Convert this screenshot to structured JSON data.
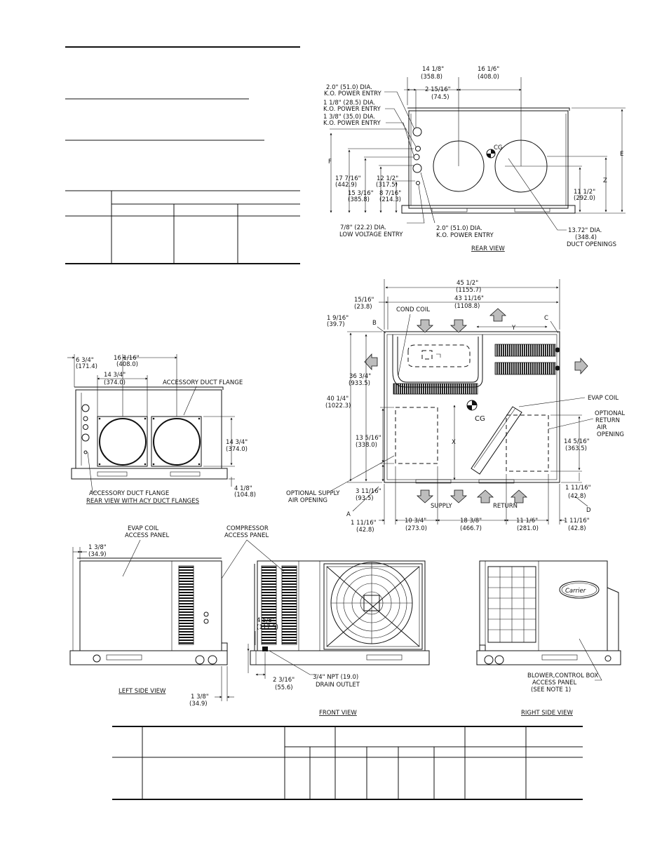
{
  "rear_view": {
    "caption": "REAR VIEW",
    "dims": {
      "w1": "14 1/8\"",
      "w1_mm": "(358.8)",
      "w2": "16 1/6\"",
      "w2_mm": "(408.0)",
      "d_2_15_16": "2 15/16\"",
      "d_2_15_16_mm": "(74.5)",
      "h1": "17 7/16\"",
      "h1_mm": "(442.9)",
      "h2": "12 1/2\"",
      "h2_mm": "(317.5)",
      "h3": "15 3/16\"",
      "h3_mm": "(385.8)",
      "h4": "8 7/16\"",
      "h4_mm": "(214.3)",
      "h5": "11 1/2\"",
      "h5_mm": "(292.0)",
      "F": "F",
      "E": "E",
      "Z": "Z",
      "CG": "CG"
    },
    "labels": {
      "ko1_a": "2.0\" (51.0) DIA.",
      "ko1_b": "K.O. POWER ENTRY",
      "ko2_a": "1 1/8\" (28.5) DIA.",
      "ko2_b": "K.O. POWER ENTRY",
      "ko3_a": "1 3/8\" (35.0) DIA.",
      "ko3_b": "K.O. POWER ENTRY",
      "lv_a": "7/8\" (22.2) DIA.",
      "lv_b": "LOW VOLTAGE ENTRY",
      "ko4_a": "2.0\" (51.0) DIA.",
      "ko4_b": "K.O. POWER ENTRY",
      "duct_a": "13.72\" DIA.",
      "duct_b": "(348.4)",
      "duct_c": "DUCT OPENINGS"
    }
  },
  "acy_view": {
    "caption": "REAR VIEW WITH ACY DUCT FLANGES",
    "d1": "6 3/4\"",
    "d1_mm": "(171.4)",
    "d2": "16 1/16\"",
    "d2_mm": "(408.0)",
    "d3": "14 3/4\"",
    "d3_mm": "(374.0)",
    "d4": "14 3/4\"",
    "d4_mm": "(374.0)",
    "d5": "4 1/8\"",
    "d5_mm": "(104.8)",
    "flange_top": "ACCESSORY DUCT FLANGE",
    "flange_bottom": "ACCESSORY DUCT FLANGE"
  },
  "top_view": {
    "w_total": "45 1/2\"",
    "w_total_mm": "(1155.7)",
    "w_inner": "43 11/16\"",
    "w_inner_mm": "(1108.8)",
    "d_15_16": "15/16\"",
    "d_15_16_mm": "(23.8)",
    "d_1_9_16": "1 9/16\"",
    "d_1_9_16_mm": "(39.7)",
    "h_36": "36 3/4\"",
    "h_36_mm": "(933.5)",
    "h_40": "40 1/4\"",
    "h_40_mm": "(1022.3)",
    "h_13": "13 5/16\"",
    "h_13_mm": "(338.0)",
    "h_3": "3 11/16\"",
    "h_3_mm": "(93.5)",
    "h_14": "14 5/16\"",
    "h_14_mm": "(363.5)",
    "r_1_11": "1 11/16\"",
    "r_1_11_mm": "(42.8)",
    "b_1_11": "1 11/16\"",
    "b_1_11_mm": "(42.8)",
    "b_1_11_r": "1 11/16\"",
    "b_1_11_r_mm": "(42.8)",
    "b_10": "10 3/4\"",
    "b_10_mm": "(273.0)",
    "b_18": "18 3/8\"",
    "b_18_mm": "(466.7)",
    "b_11": "11 1/6\"",
    "b_11_mm": "(281.0)",
    "A": "A",
    "B": "B",
    "C": "C",
    "D": "D",
    "X": "X",
    "Y": "Y",
    "CG": "CG",
    "cond_coil": "COND COIL",
    "evap_coil": "EVAP COIL",
    "opt_return_1": "OPTIONAL",
    "opt_return_2": "RETURN",
    "opt_return_3": "AIR",
    "opt_return_4": "OPENING",
    "opt_supply_1": "OPTIONAL SUPPLY",
    "opt_supply_2": "AIR OPENING",
    "supply": "SUPPLY",
    "return": "RETURN"
  },
  "left_view": {
    "caption": "LEFT SIDE VIEW",
    "d_top": "1 3/8\"",
    "d_top_mm": "(34.9)",
    "d_bot": "1 3/8\"",
    "d_bot_mm": "(34.9)",
    "evap_1": "EVAP COIL",
    "evap_2": "ACCESS PANEL",
    "comp_1": "COMPRESSOR",
    "comp_2": "ACCESS PANEL"
  },
  "front_view": {
    "caption": "FRONT VIEW",
    "d1": "4 5/8\"",
    "d1_mm": "(117.5)",
    "d2": "2 3/16\"",
    "d2_mm": "(55.6)",
    "drain_1": "3/4\" NPT (19.0)",
    "drain_2": "DRAIN OUTLET"
  },
  "right_view": {
    "caption": "RIGHT SIDE VIEW",
    "logo": "Carrier",
    "blower_1": "BLOWER,CONTROL BOX",
    "blower_2": "ACCESS PANEL",
    "blower_3": "(SEE NOTE 1)"
  }
}
